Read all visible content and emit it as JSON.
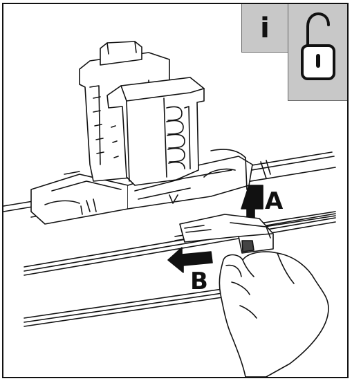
{
  "badges": {
    "info": {
      "glyph": "i",
      "icon": "info-icon",
      "background": "#c8c8c8"
    },
    "unlock": {
      "icon": "unlocked-padlock-icon",
      "background": "#c8c8c8"
    }
  },
  "callouts": {
    "a": {
      "label": "A",
      "direction": "up"
    },
    "b": {
      "label": "B",
      "direction": "left"
    }
  },
  "colors": {
    "line": "#111111",
    "fill": "#ffffff",
    "badge_border": "#666666"
  }
}
